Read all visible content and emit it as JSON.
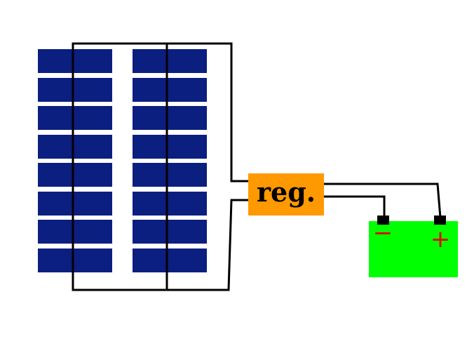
{
  "colors": {
    "background": "#ffffff",
    "solar_cell": "#0b1f80",
    "wire": "#000000",
    "regulator": "#ff9900",
    "battery": "#00ff00",
    "terminal": "#000000",
    "polarity_sign": "#e00000"
  },
  "solar_panel": {
    "columns": 2,
    "rows": 8
  },
  "regulator": {
    "label": "reg."
  },
  "battery": {
    "negative_label": "−",
    "positive_label": "+"
  }
}
